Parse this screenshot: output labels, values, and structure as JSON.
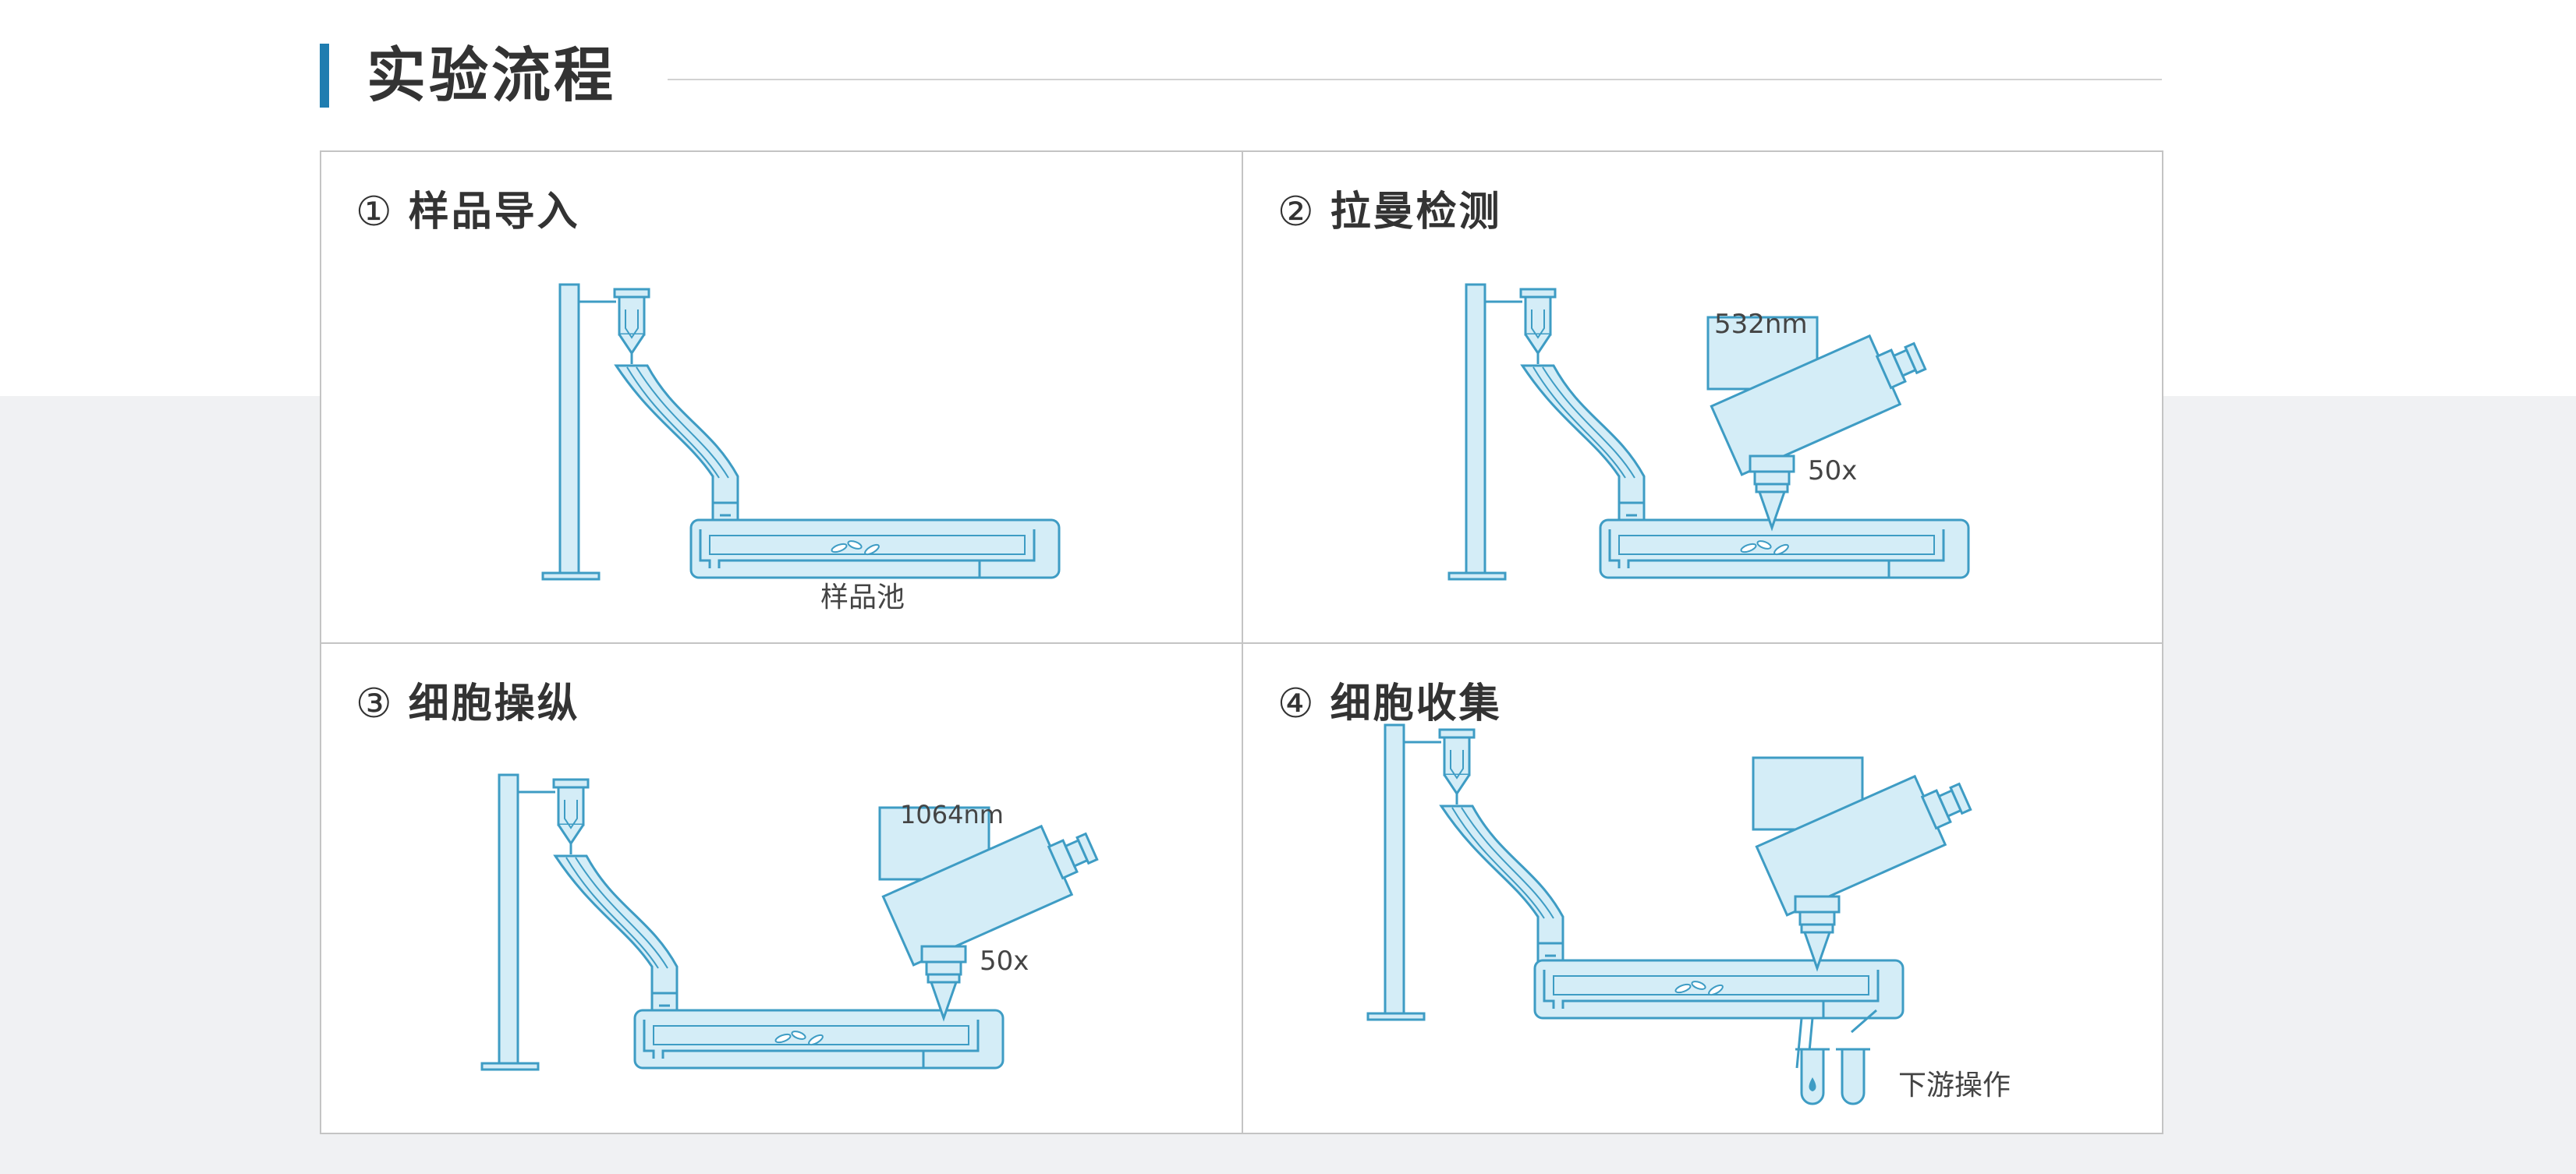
{
  "header": {
    "title": "实验流程"
  },
  "steps": [
    {
      "number": "①",
      "title": "样品导入",
      "labels": {
        "pool": "样品池"
      }
    },
    {
      "number": "②",
      "title": "拉曼检测",
      "labels": {
        "wavelength": "532nm",
        "magnification": "50x"
      }
    },
    {
      "number": "③",
      "title": "细胞操纵",
      "labels": {
        "wavelength": "1064nm",
        "magnification": "50x"
      }
    },
    {
      "number": "④",
      "title": "细胞收集",
      "labels": {
        "downstream": "下游操作"
      }
    }
  ],
  "colors": {
    "accent": "#1f7db0",
    "line": "#3e9cc4",
    "fill": "#d4edf7",
    "band": "#f0f1f3"
  }
}
